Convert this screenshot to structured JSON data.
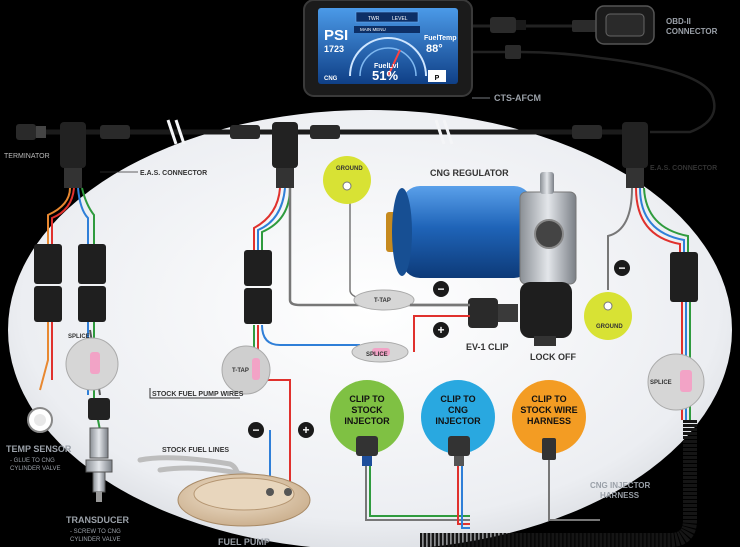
{
  "device": {
    "name": "CTS-AFCM",
    "screen": {
      "psi_label": "PSI",
      "psi_value": "1723",
      "menu_twr": "TWR",
      "menu_level": "LEVEL",
      "menu_center": "MAIN MENU",
      "fueltemp_label": "FuelTemp",
      "fueltemp_value": "88°",
      "fuellvl_label": "FuelLvl",
      "fuellvl_value": "51%",
      "badge_left": "CNG",
      "badge_right": "P"
    }
  },
  "connectors": {
    "obd": [
      "OBD-II",
      "CONNECTOR"
    ],
    "terminator": "TERMINATOR",
    "eas_left": "E.A.S. CONNECTOR",
    "eas_right": "E.A.S. CONNECTOR"
  },
  "components": {
    "cng_regulator": "CNG REGULATOR",
    "ground_top": "GROUND",
    "ground_right": "GROUND",
    "ttap_center": "T-TAP",
    "ttap_left": "T-TAP",
    "splice_center": "SPLICE",
    "splice_left": "SPLICE",
    "splice_right": "SPLICE",
    "ev1_clip": "EV-1 CLIP",
    "lock_off": "LOCK OFF",
    "minus_sign": "−",
    "plus_sign": "+"
  },
  "bubbles": {
    "stock_injector": [
      "CLIP TO",
      "STOCK",
      "INJECTOR"
    ],
    "cng_injector": [
      "CLIP TO",
      "CNG",
      "INJECTOR"
    ],
    "stock_wire_harness": [
      "CLIP TO",
      "STOCK WIRE",
      "HARNESS"
    ]
  },
  "labels": {
    "stock_fuel_pump_wires": "STOCK FUEL PUMP WIRES",
    "stock_fuel_lines": "STOCK FUEL LINES",
    "fuel_pump": "FUEL PUMP",
    "cng_injector_harness": [
      "CNG INJECTOR",
      "HARNESS"
    ],
    "temp_sensor": "TEMP SENSOR",
    "temp_sensor_note": [
      "- GLUE TO CNG",
      "CYLINDER VALVE"
    ],
    "transducer": "TRANSDUCER",
    "transducer_note": [
      "- SCREW TO CNG",
      "CYLINDER VALVE"
    ]
  },
  "colors": {
    "background": "#000000",
    "ellipse": "#f4f5f7",
    "wire_red": "#e0312d",
    "wire_blue": "#2f7fd8",
    "wire_green": "#2f9b3e",
    "wire_orange": "#e88830",
    "bubble_green": "#7fc143",
    "bubble_blue": "#29a8e0",
    "bubble_orange": "#f39c23",
    "ground_yellow": "#d8e234",
    "regulator_blue": "#1f64b8"
  }
}
